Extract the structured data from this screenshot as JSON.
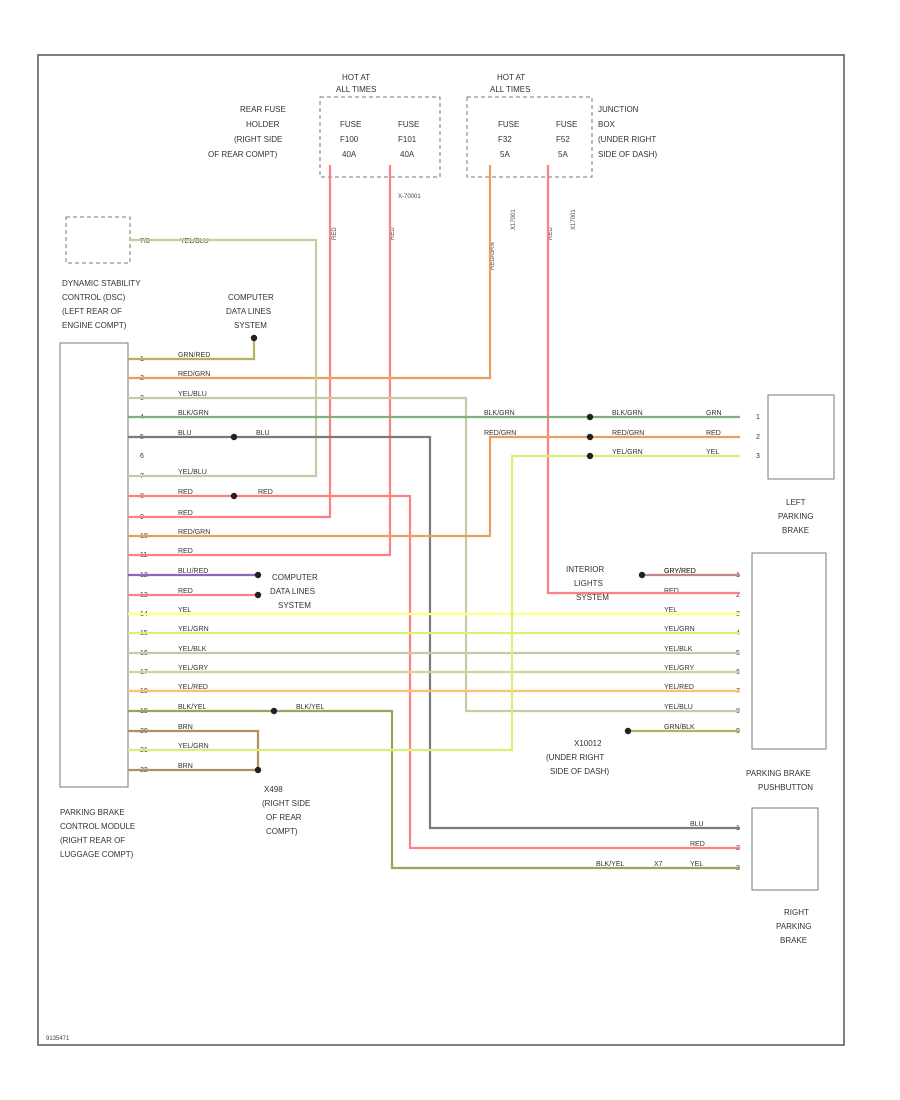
{
  "colors": {
    "yel_blu": "#c9c9a2",
    "grn_red": "#b8b160",
    "red": "#ff8080",
    "red_grn": "#e8a060",
    "blk_grn": "#80b080",
    "blu": "#7a7a7a",
    "yel": "#ffff80",
    "yel_grn": "#d8f07a",
    "yel_gry": "#d4d29a",
    "yel_red": "#ffc070",
    "blu_red": "#8a6ab8",
    "blk_yel": "#a0a060",
    "brn": "#b09060",
    "gry_red": "#c08888",
    "frame": "#555555"
  },
  "fuse_group_1": {
    "hot_at": "HOT AT",
    "all_times": "ALL TIMES",
    "location": [
      "REAR FUSE",
      "HOLDER",
      "(RIGHT SIDE",
      "OF REAR COMPT)"
    ],
    "fuse_a": [
      "FUSE",
      "F100",
      "40A"
    ],
    "fuse_b": [
      "FUSE",
      "F101",
      "40A"
    ],
    "connector": "X-70001",
    "wire_a": "RED",
    "wire_b": "RED"
  },
  "fuse_group_2": {
    "hot_at": "HOT AT",
    "all_times": "ALL TIMES",
    "location": [
      "JUNCTION",
      "BOX",
      "(UNDER RIGHT",
      "SIDE OF DASH)"
    ],
    "fuse_a": [
      "FUSE",
      "F32",
      "5A"
    ],
    "fuse_b": [
      "FUSE",
      "F52",
      "5A"
    ],
    "connector_a": "X17001",
    "connector_b": "X17001",
    "wire_a": "RED/GRN",
    "wire_b": "RED"
  },
  "dsc": {
    "label": [
      "DYNAMIC STABILITY",
      "CONTROL (DSC)",
      "(LEFT REAR OF",
      "ENGINE COMPT)"
    ],
    "pin": "7/8",
    "wire": "YEL/BLU"
  },
  "computer_data_top": [
    "COMPUTER",
    "DATA LINES",
    "SYSTEM"
  ],
  "computer_data_mid": [
    "COMPUTER",
    "DATA LINES",
    "SYSTEM"
  ],
  "pbcm": {
    "label": [
      "PARKING BRAKE",
      "CONTROL MODULE",
      "(RIGHT REAR OF",
      "LUGGAGE COMPT)"
    ]
  },
  "pbcm_wires": [
    {
      "pin": "1",
      "name": "GRN/RED"
    },
    {
      "pin": "2",
      "name": "RED/GRN"
    },
    {
      "pin": "3",
      "name": "YEL/BLU"
    },
    {
      "pin": "4",
      "name": "BLK/GRN"
    },
    {
      "pin": "5",
      "name": "BLU"
    },
    {
      "pin": "6",
      "name": ""
    },
    {
      "pin": "7",
      "name": "YEL/BLU"
    },
    {
      "pin": "8",
      "name": "RED"
    },
    {
      "pin": "9",
      "name": "RED"
    },
    {
      "pin": "10",
      "name": "RED/GRN"
    },
    {
      "pin": "11",
      "name": "RED"
    },
    {
      "pin": "12",
      "name": "BLU/RED"
    },
    {
      "pin": "13",
      "name": "RED"
    },
    {
      "pin": "14",
      "name": "YEL"
    },
    {
      "pin": "15",
      "name": "YEL/GRN"
    },
    {
      "pin": "16",
      "name": "YEL/BLK"
    },
    {
      "pin": "17",
      "name": "YEL/GRY"
    },
    {
      "pin": "18",
      "name": "YEL/RED"
    },
    {
      "pin": "19",
      "name": "BLK/YEL"
    },
    {
      "pin": "20",
      "name": "BRN"
    },
    {
      "pin": "21",
      "name": "YEL/GRN"
    },
    {
      "pin": "22",
      "name": "BRN"
    }
  ],
  "splice_labels": {
    "blu": "BLU",
    "red": "RED",
    "blk_yel": "BLK/YEL"
  },
  "left_parking_brake": {
    "label": [
      "LEFT",
      "PARKING",
      "BRAKE"
    ],
    "wires": [
      {
        "mid": "BLK/GRN",
        "end": "BLK/GRN",
        "short": "GRN",
        "pin": "1"
      },
      {
        "mid": "RED/GRN",
        "end": "RED/GRN",
        "short": "RED",
        "pin": "2"
      },
      {
        "mid": "",
        "end": "YEL/GRN",
        "short": "YEL",
        "pin": "3"
      }
    ]
  },
  "interior_lights": {
    "label": [
      "INTERIOR",
      "LIGHTS",
      "SYSTEM"
    ],
    "wire": "GRY/RED"
  },
  "pb_pushbutton": {
    "label": [
      "PARKING BRAKE",
      "PUSHBUTTON"
    ],
    "wires": [
      {
        "name": "GRY/RED",
        "pin": "1"
      },
      {
        "name": "RED",
        "pin": "2"
      },
      {
        "name": "YEL",
        "pin": "3"
      },
      {
        "name": "YEL/GRN",
        "pin": "4"
      },
      {
        "name": "YEL/BLK",
        "pin": "5"
      },
      {
        "name": "YEL/GRY",
        "pin": "6"
      },
      {
        "name": "YEL/RED",
        "pin": "7"
      },
      {
        "name": "YEL/BLU",
        "pin": "8"
      },
      {
        "name": "GRN/BLK",
        "pin": "9"
      }
    ]
  },
  "x10012": [
    "X10012",
    "(UNDER RIGHT",
    "SIDE OF DASH)"
  ],
  "x498": [
    "X498",
    "(RIGHT SIDE",
    "OF REAR",
    "COMPT)"
  ],
  "right_parking_brake": {
    "label": [
      "RIGHT",
      "PARKING",
      "BRAKE"
    ],
    "wires": [
      {
        "name": "BLU",
        "pin": "1"
      },
      {
        "name": "RED",
        "pin": "2"
      },
      {
        "name": "YEL",
        "pin": "3"
      }
    ],
    "blk_yel_splice": "BLK/YEL",
    "splice_id": "X7"
  },
  "footer_code": "9135471"
}
